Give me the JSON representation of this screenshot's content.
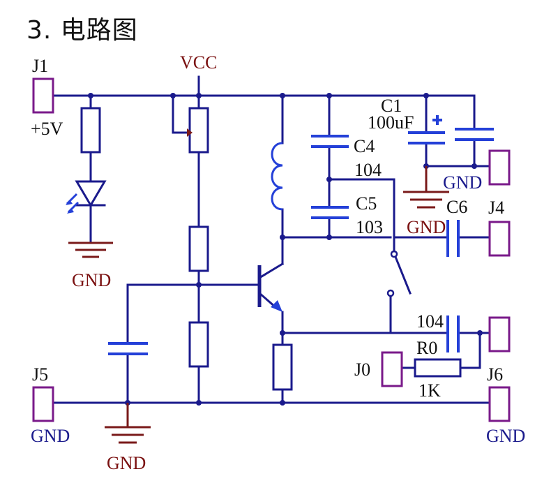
{
  "title": "3. 电路图",
  "labels": {
    "j1": "J1",
    "plus5v": "+5V",
    "vcc": "VCC",
    "gnd_led": "GND",
    "c1": "C1",
    "c1_val": "100uF",
    "c4": "C4",
    "c4_val": "104",
    "c5": "C5",
    "c5_val": "103",
    "gnd_c1": "GND",
    "gnd_mid": "GND",
    "c6": "C6",
    "j4": "J4",
    "c6_val": "104",
    "r0": "R0",
    "r0_val": "1K",
    "j0": "J0",
    "j5": "J5",
    "j5_gnd": "GND",
    "gnd_bottom": "GND",
    "j6": "J6",
    "j6_gnd": "GND"
  },
  "colors": {
    "wire": "#1a1a8c",
    "capacitor": "#2440d8",
    "ground": "#7a1a1a",
    "connector": "#7a1a8a",
    "label_red": "#7a1010"
  }
}
